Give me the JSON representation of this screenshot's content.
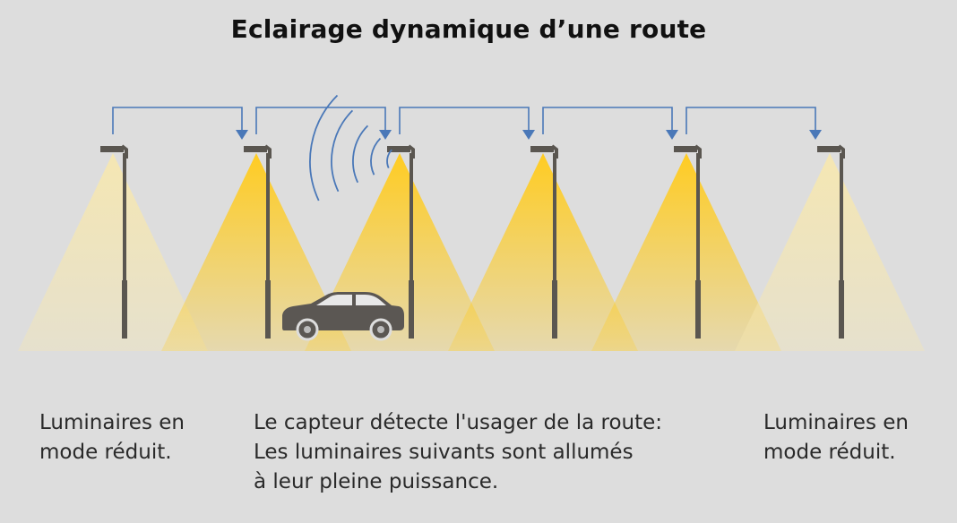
{
  "title": "Eclairage dynamique d’une route",
  "captions": {
    "left": "Luminaires en\nmode réduit.",
    "middle": "Le capteur détecte l'usager de la route:\nLes luminaires suivants sont allumés\nà leur pleine puissance.",
    "right": "Luminaires en\nmode réduit."
  },
  "lamps": [
    {
      "state": "reduced"
    },
    {
      "state": "full"
    },
    {
      "state": "full"
    },
    {
      "state": "full"
    },
    {
      "state": "full"
    },
    {
      "state": "reduced"
    }
  ],
  "colors": {
    "background": "#dddddd",
    "pole": "#5a5650",
    "connector": "#4a78b8",
    "light_full": "#ffcc22",
    "light_reduced": "#f6e7b0",
    "car": "#5b5753",
    "sensor_waves": "#4a78b8"
  },
  "icons": {
    "vehicle": "car-icon",
    "sensor": "sensor-waves-icon",
    "lamp": "street-lamp-icon"
  }
}
